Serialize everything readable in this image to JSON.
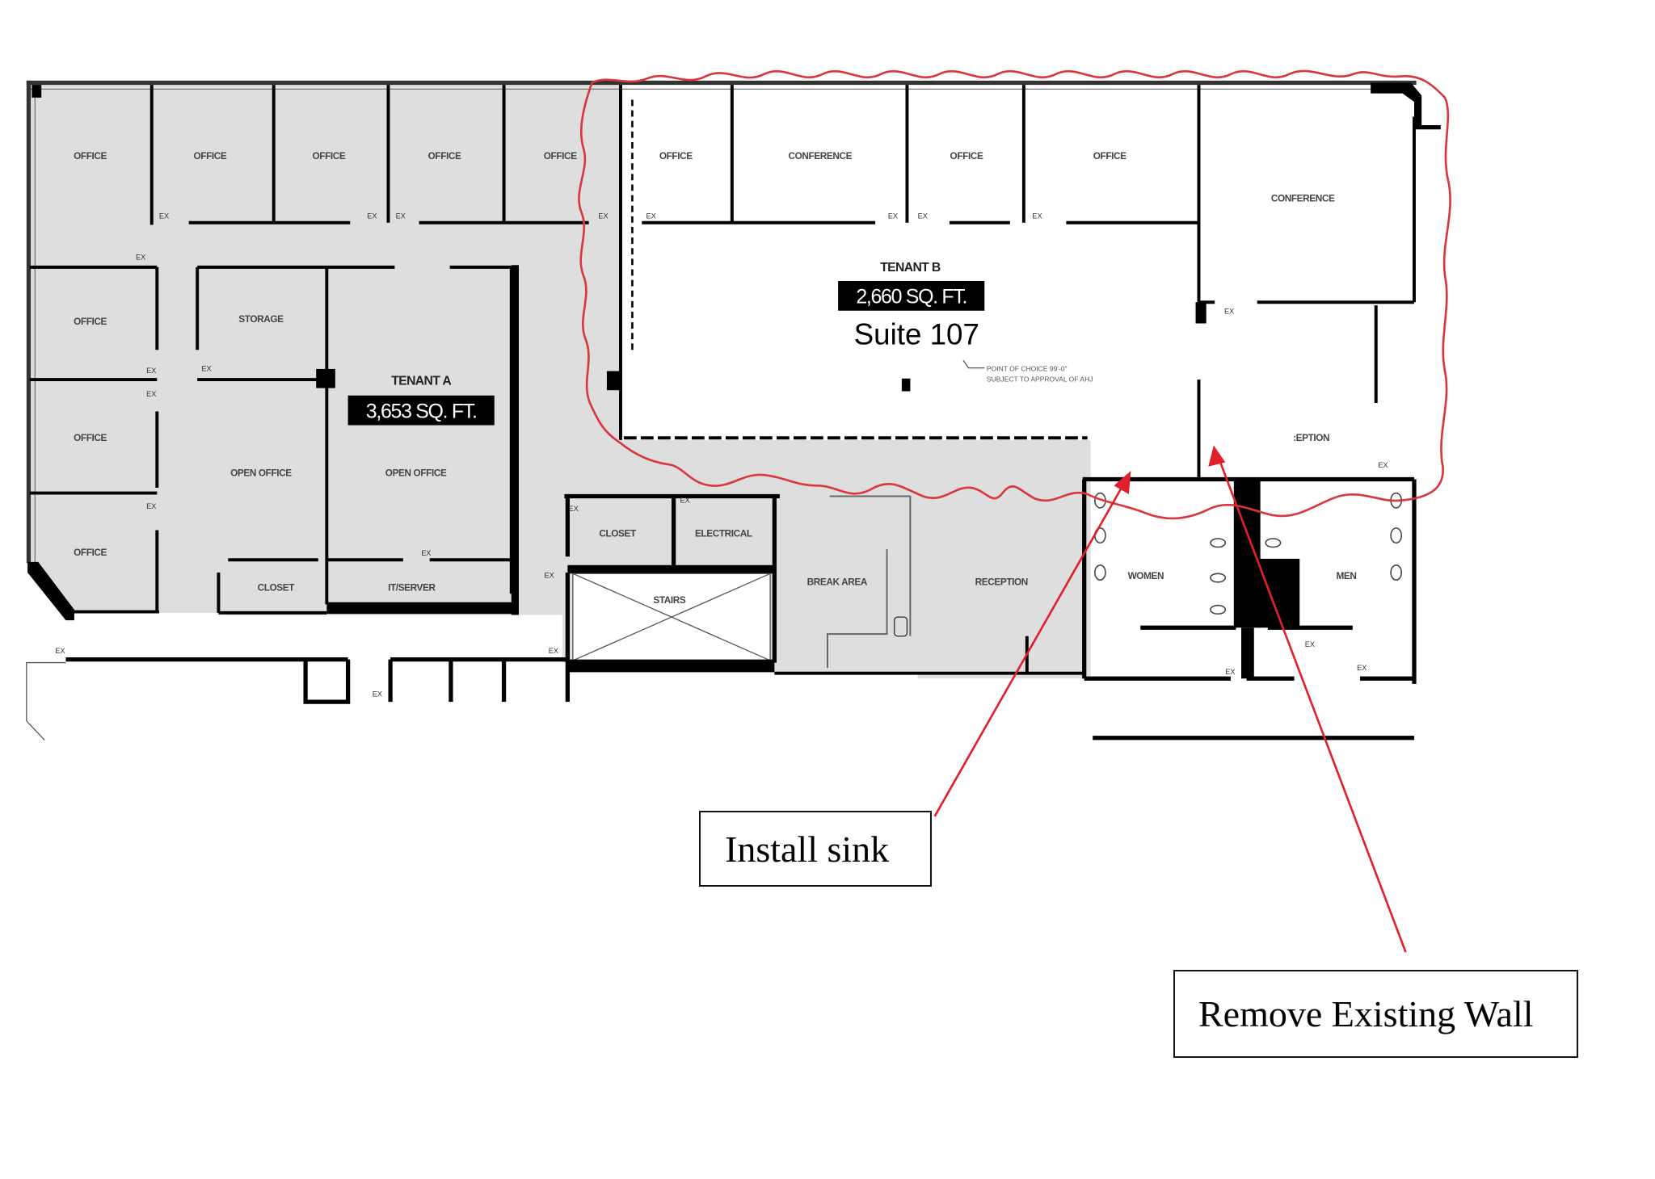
{
  "tenant_a": {
    "title": "TENANT A",
    "area": "3,653 SQ. FT.",
    "rooms": {
      "office_1": "OFFICE",
      "office_2": "OFFICE",
      "office_3": "OFFICE",
      "office_4": "OFFICE",
      "office_5": "OFFICE",
      "office_6": "OFFICE",
      "office_7": "OFFICE",
      "office_8": "OFFICE",
      "storage": "STORAGE",
      "open_office_1": "OPEN OFFICE",
      "open_office_2": "OPEN OFFICE",
      "closet": "CLOSET",
      "it_server": "IT/SERVER"
    }
  },
  "tenant_b": {
    "title": "TENANT B",
    "area": "2,660 SQ. FT.",
    "suite": "Suite 107",
    "rooms": {
      "office_1": "OFFICE",
      "conference_1": "CONFERENCE",
      "office_2": "OFFICE",
      "office_3": "OFFICE",
      "conference_2": "CONFERENCE",
      "reception": ":EPTION"
    },
    "note_line1": "POINT OF CHOICE 99'-0\"",
    "note_line2": "SUBJECT TO APPROVAL OF AHJ"
  },
  "common": {
    "closet": "CLOSET",
    "electrical": "ELECTRICAL",
    "stairs": "STAIRS",
    "break_area": "BREAK AREA",
    "reception": "RECEPTION",
    "women": "WOMEN",
    "men": "MEN"
  },
  "exit_label": "EX",
  "annotations": {
    "install_sink": "Install sink",
    "remove_wall": "Remove Existing Wall",
    "markup_color": "#e0202a",
    "cloud_color": "#d9363e"
  },
  "colors": {
    "room_fill": "#dedede",
    "wall": "#000000",
    "tenant_b_fill": "#ffffff"
  }
}
